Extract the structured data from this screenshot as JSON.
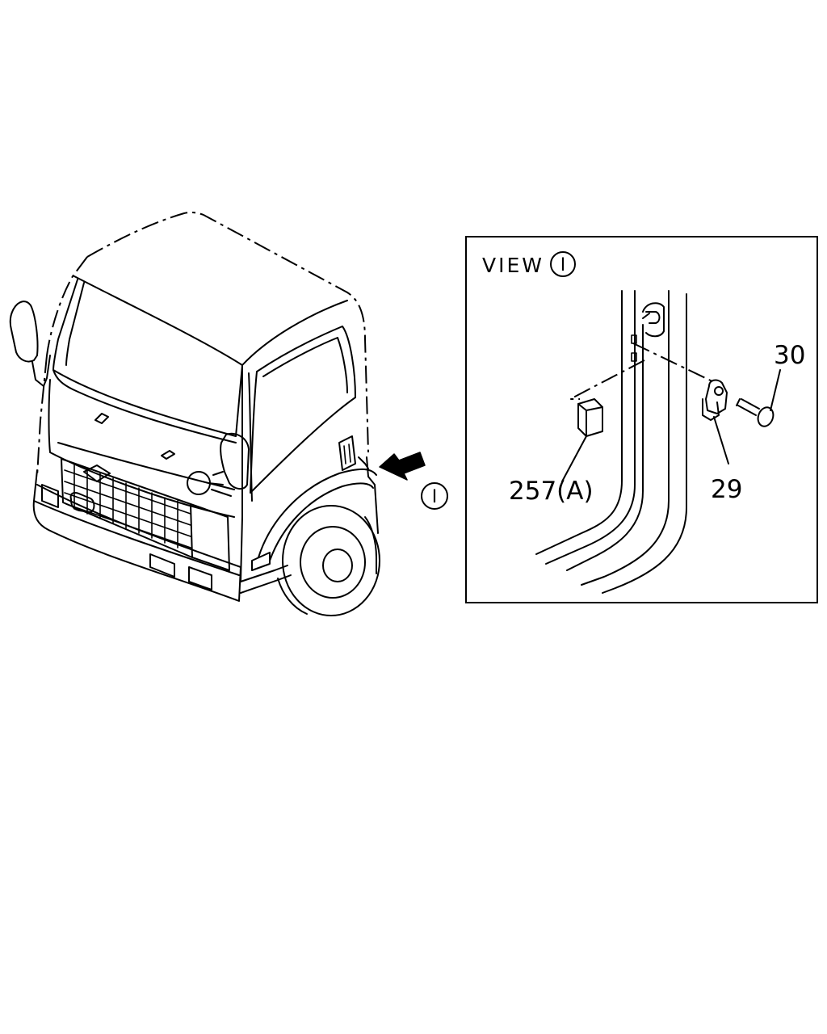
{
  "view_panel": {
    "title": "VIEW",
    "view_marker": "I"
  },
  "view_arrow_marker": "I",
  "callouts": {
    "bolt": "30",
    "bracket": "29",
    "cap": "257(A)"
  }
}
